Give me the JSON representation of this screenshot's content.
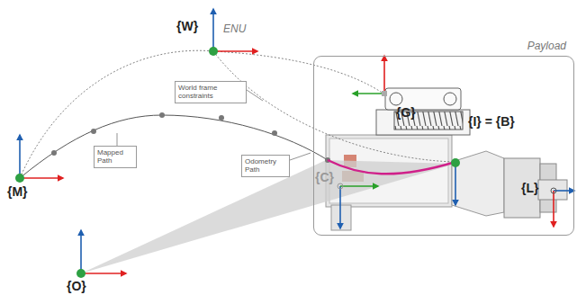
{
  "diagram": {
    "nodes": [
      {
        "text": [
          "Payload"
        ]
      },
      {
        "text": [
          "World frame constraints"
        ]
      },
      {
        "text": [
          "Mapped Path"
        ]
      },
      {
        "text": [
          "Odometry Path"
        ]
      }
    ],
    "labels": [
      "{W}",
      "ENU",
      "{M}",
      "{O}",
      "{G}",
      "{I} = {B}",
      "{C}",
      "{L}"
    ]
  }
}
